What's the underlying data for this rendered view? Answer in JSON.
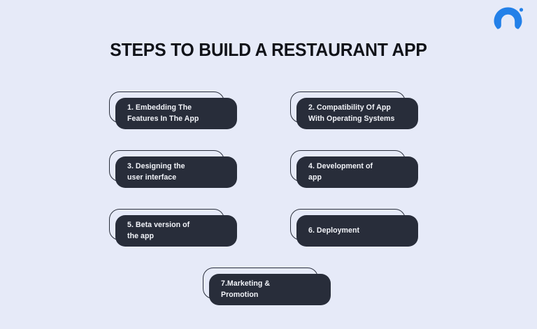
{
  "page": {
    "background_color": "#e6eaf8",
    "title": "STEPS TO BUILD A RESTAURANT APP",
    "title_color": "#111319"
  },
  "logo": {
    "name": "brand-logo",
    "icon": "arch-logo-icon",
    "color": "#2380e8",
    "dot_color": "#2380e8"
  },
  "card_style": {
    "panel_color": "#282d3a",
    "outline_color": "#2a2f3c",
    "text_color": "#f2f4f9"
  },
  "steps": [
    {
      "id": "step-1",
      "label": "1. Embedding The\nFeatures In The App"
    },
    {
      "id": "step-2",
      "label": "2. Compatibility Of App\nWith Operating Systems"
    },
    {
      "id": "step-3",
      "label": "3. Designing the\nuser interface"
    },
    {
      "id": "step-4",
      "label": "4. Development of\napp"
    },
    {
      "id": "step-5",
      "label": "5. Beta version of\nthe app"
    },
    {
      "id": "step-6",
      "label": "6. Deployment"
    },
    {
      "id": "step-7",
      "label": "7.Marketing &\nPromotion"
    }
  ]
}
